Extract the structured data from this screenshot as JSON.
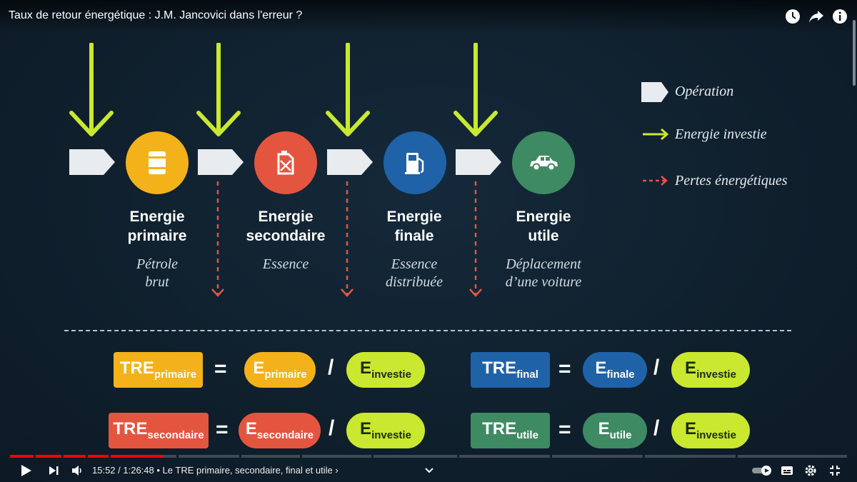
{
  "video": {
    "title": "Taux de retour énergétique : J.M. Jancovici dans l'erreur ?"
  },
  "top_controls": [
    "watch-later-icon",
    "share-icon",
    "info-icon"
  ],
  "diagram": {
    "stages": [
      {
        "title_line1": "Energie",
        "title_line2": "primaire",
        "sub_line1": "Pétrole",
        "sub_line2": "brut",
        "color": "#f3b21a",
        "icon": "barrel-icon"
      },
      {
        "title_line1": "Energie",
        "title_line2": "secondaire",
        "sub_line1": "Essence",
        "sub_line2": "",
        "color": "#e4553f",
        "icon": "jerrycan-icon"
      },
      {
        "title_line1": "Energie",
        "title_line2": "finale",
        "sub_line1": "Essence",
        "sub_line2": "distribuée",
        "color": "#1f62a8",
        "icon": "fuel-pump-icon"
      },
      {
        "title_line1": "Energie",
        "title_line2": "utile",
        "sub_line1": "Déplacement",
        "sub_line2": "d’une voiture",
        "color": "#3e8a63",
        "icon": "car-icon"
      }
    ],
    "legend": [
      {
        "label": "Opération",
        "symbol": "operation-shape"
      },
      {
        "label": "Energie investie",
        "symbol": "green-arrow"
      },
      {
        "label": "Pertes énergétiques",
        "symbol": "dashed-red-arrow"
      }
    ],
    "colors": {
      "arrow_green": "#c9e82f",
      "loss_red": "#e4553f",
      "operation_shape": "#e9ecee"
    }
  },
  "formulas": {
    "equals": "=",
    "divide": "/",
    "rows": [
      {
        "tre": "TRE",
        "tre_sub": "primaire",
        "e": "E",
        "e_sub": "primaire",
        "inv": "E",
        "inv_sub": "investie",
        "color": "#f3b21a"
      },
      {
        "tre": "TRE",
        "tre_sub": "final",
        "e": "E",
        "e_sub": "finale",
        "inv": "E",
        "inv_sub": "investie",
        "color": "#1f62a8"
      },
      {
        "tre": "TRE",
        "tre_sub": "secondaire",
        "e": "E",
        "e_sub": "secondaire",
        "inv": "E",
        "inv_sub": "investie",
        "color": "#e4553f"
      },
      {
        "tre": "TRE",
        "tre_sub": "utile",
        "e": "E",
        "e_sub": "utile",
        "inv": "E",
        "inv_sub": "investie",
        "color": "#3e8a63"
      }
    ]
  },
  "player": {
    "time": "15:52 / 1:26:48",
    "chapter": "• Le TRE primaire, secondaire, final et utile ›",
    "progress_fraction": 0.183,
    "autoplay": "on",
    "colors": {
      "progress": "#ff0000"
    }
  }
}
